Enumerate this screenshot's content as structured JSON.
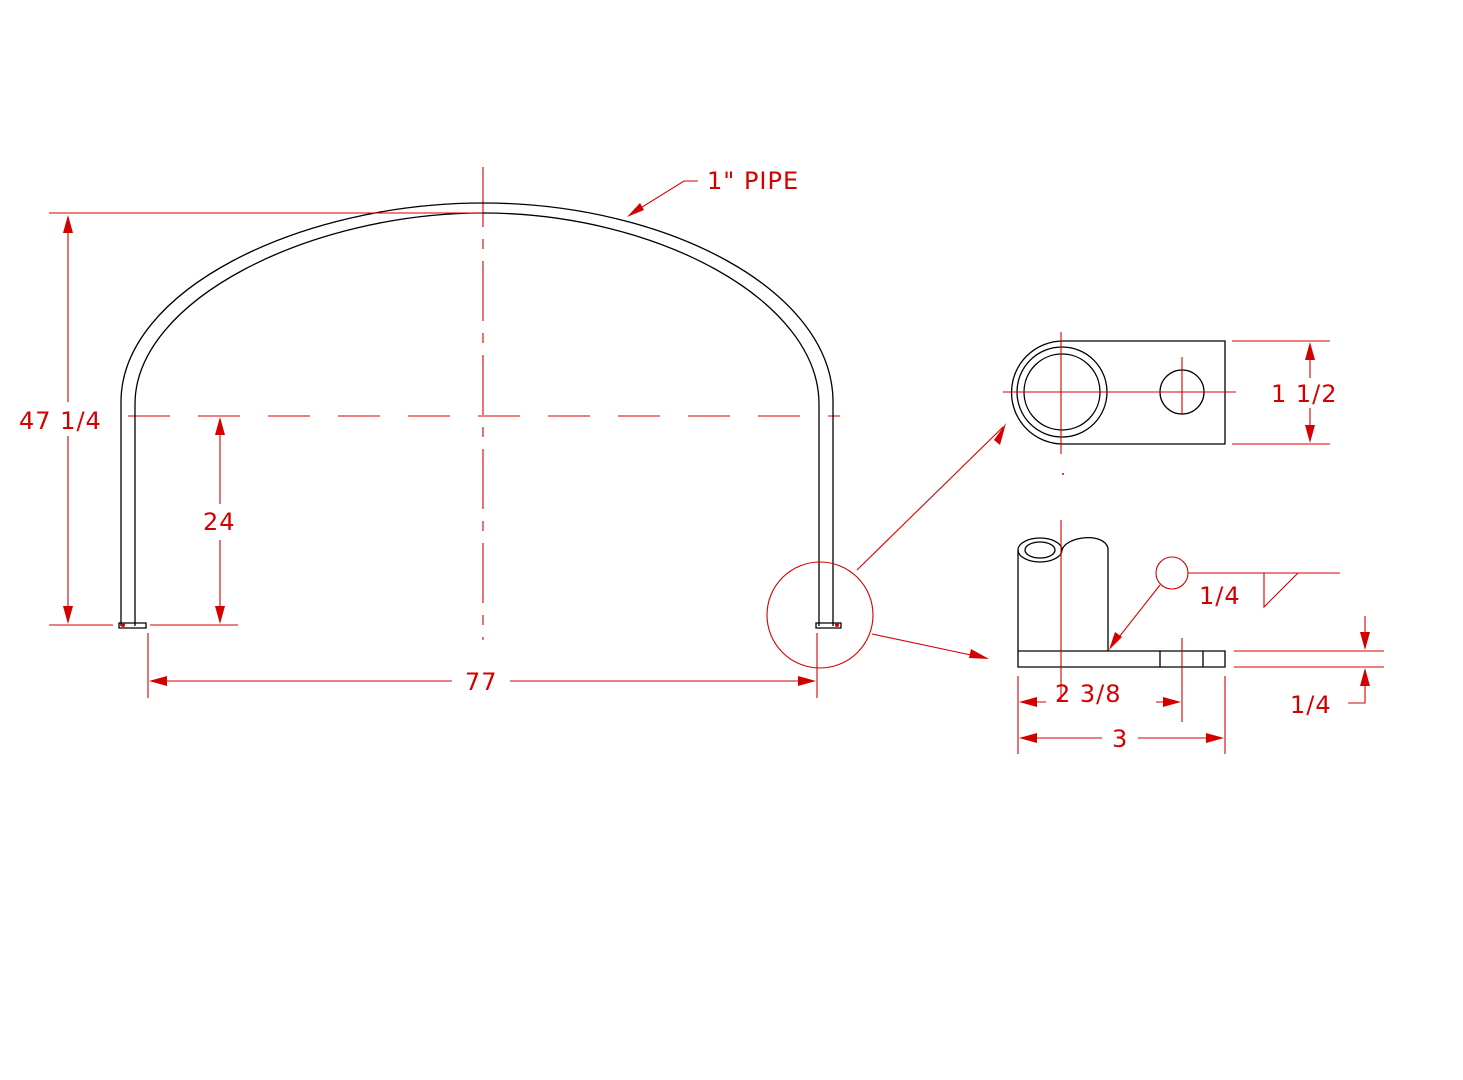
{
  "drawing": {
    "colors": {
      "part": "#000000",
      "dimension": "#d40000",
      "background": "#ffffff"
    },
    "callouts": {
      "pipe": "1\" PIPE"
    },
    "dimensions": {
      "overall_height": "47 1/4",
      "leg_height": "24",
      "overall_width": "77",
      "plate_width": "1 1/2",
      "weld_size": "1/4",
      "plate_thickness": "1/4",
      "hole_offset": "2 3/8",
      "plate_length": "3"
    }
  }
}
